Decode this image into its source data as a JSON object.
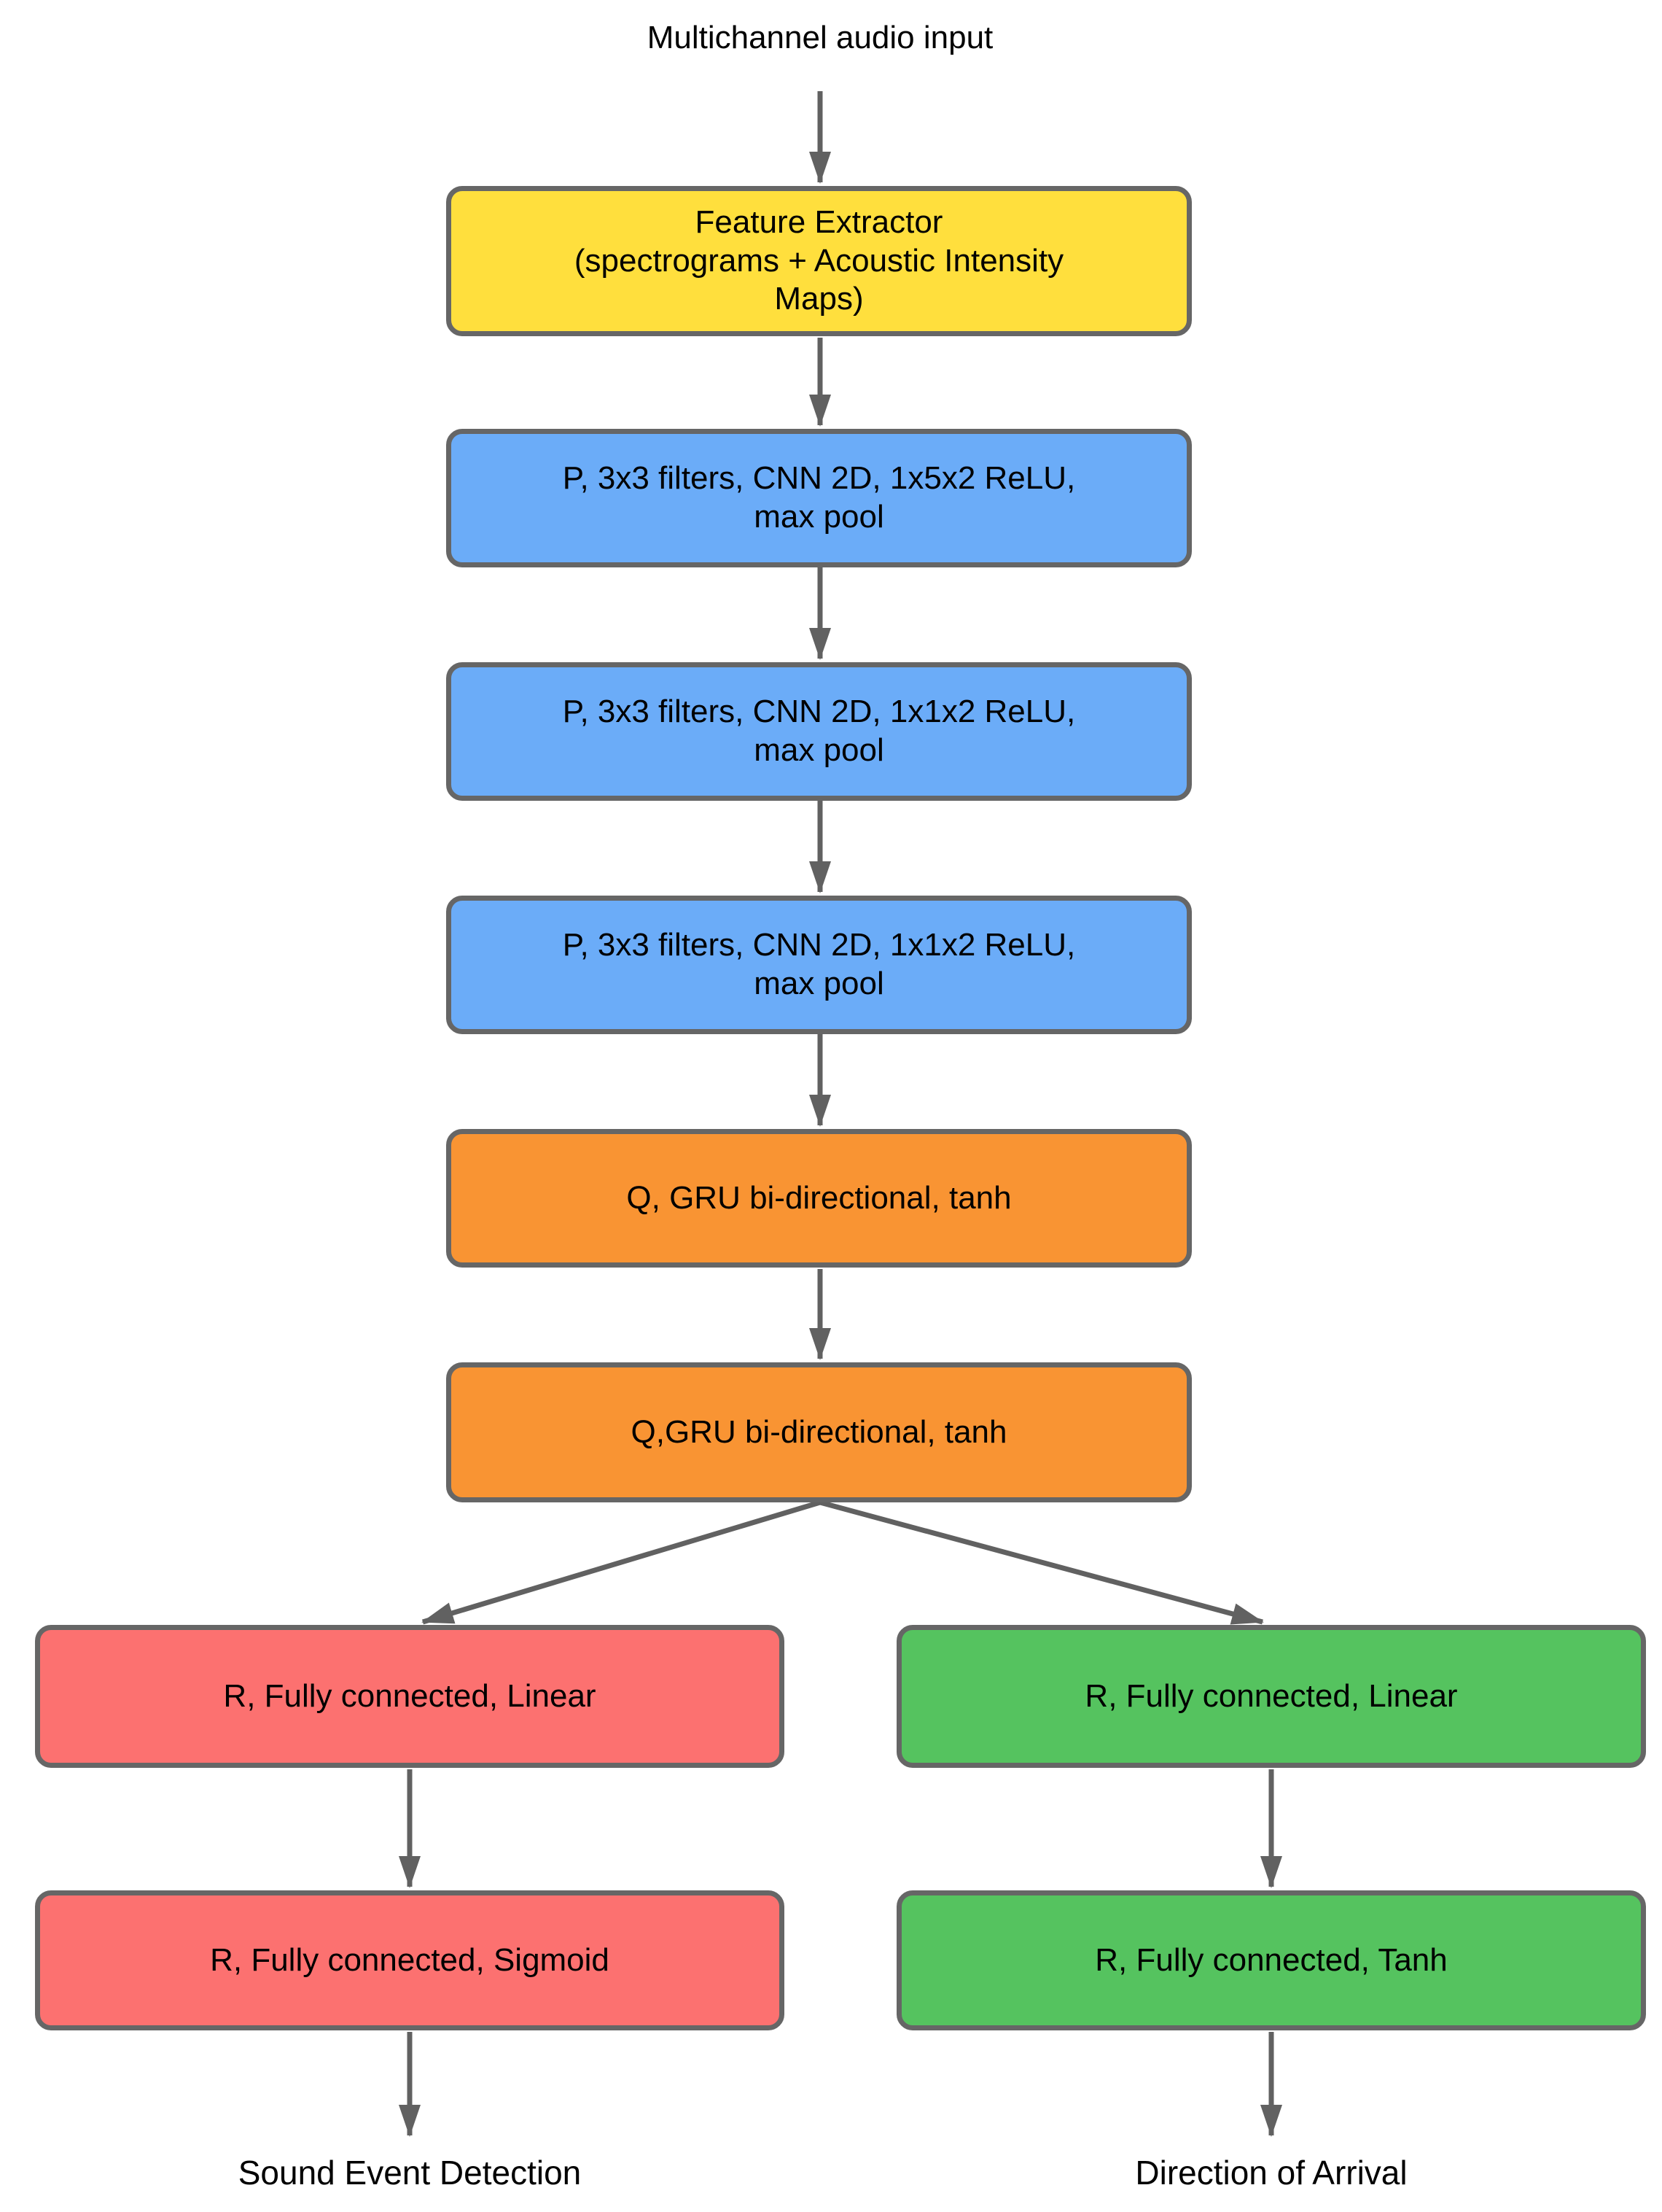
{
  "title": "Multichannel audio input",
  "pipeline": [
    {
      "id": "feature-extractor",
      "label": "Feature Extractor\n(spectrograms + Acoustic Intensity\nMaps)",
      "color": "#FFDF3D"
    },
    {
      "id": "cnn-block-1",
      "label": "P, 3x3 filters, CNN 2D, 1x5x2 ReLU,\nmax pool",
      "color": "#6BACF8"
    },
    {
      "id": "cnn-block-2",
      "label": "P, 3x3 filters, CNN 2D, 1x1x2 ReLU,\nmax pool",
      "color": "#6BACF8"
    },
    {
      "id": "cnn-block-3",
      "label": "P, 3x3 filters, CNN 2D, 1x1x2 ReLU,\nmax pool",
      "color": "#6BACF8"
    },
    {
      "id": "gru-block-1",
      "label": "Q, GRU bi-directional, tanh",
      "color": "#F99433"
    },
    {
      "id": "gru-block-2",
      "label": "Q,GRU bi-directional, tanh",
      "color": "#F99433"
    }
  ],
  "branches": {
    "sed": {
      "nodes": [
        {
          "id": "sed-fc-linear",
          "label": "R, Fully connected, Linear",
          "color": "#FC7170"
        },
        {
          "id": "sed-fc-sigmoid",
          "label": "R, Fully connected, Sigmoid",
          "color": "#FC7170"
        }
      ],
      "output_label": "Sound Event Detection"
    },
    "doa": {
      "nodes": [
        {
          "id": "doa-fc-linear",
          "label": "R, Fully connected, Linear",
          "color": "#55C35F"
        },
        {
          "id": "doa-fc-tanh",
          "label": "R, Fully connected, Tanh",
          "color": "#55C35F"
        }
      ],
      "output_label": "Direction of Arrival"
    }
  },
  "colors": {
    "background": "#FFFFFF",
    "border": "#666666",
    "arrow": "#616161",
    "text": "#000000",
    "feature_extractor": "#FFDF3D",
    "cnn": "#6BACF8",
    "gru": "#F99433",
    "sed_branch": "#FC7170",
    "doa_branch": "#55C35F"
  }
}
